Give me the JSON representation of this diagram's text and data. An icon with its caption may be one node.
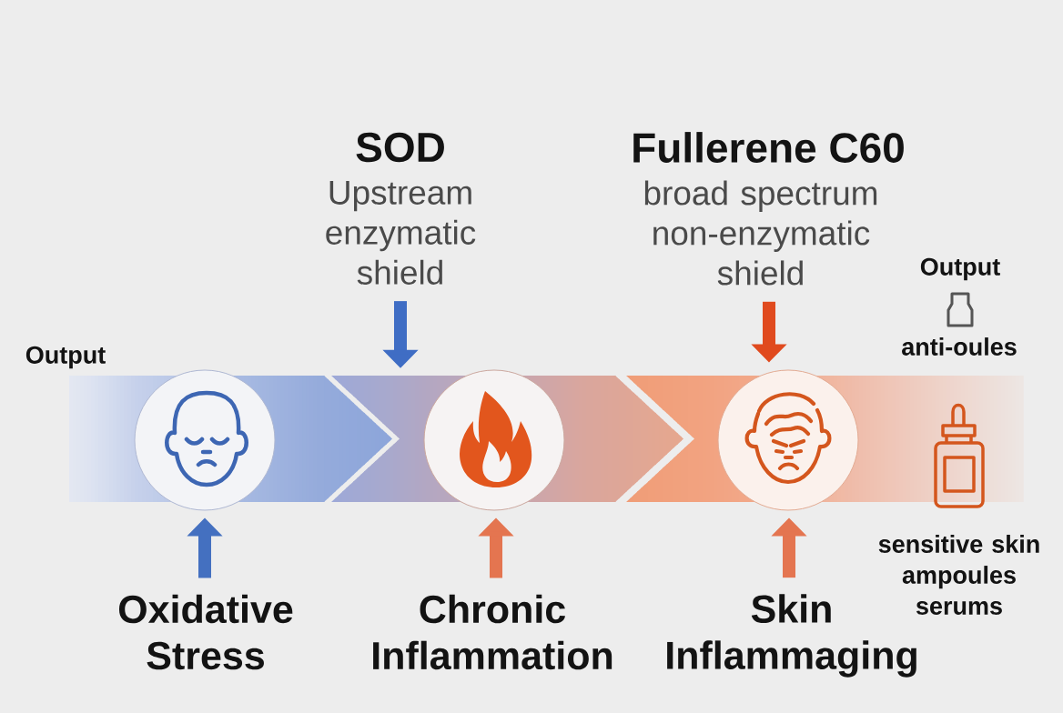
{
  "diagram": {
    "nodes": [
      {
        "text": [
          "SOD",
          "Upstream enzymatic shield"
        ]
      },
      {
        "text": [
          "Fullerene C60",
          "broad spectrum non-enzymatic shield"
        ]
      },
      {
        "text": [],
        "shape": "chevron"
      },
      {
        "text": [],
        "shape": "circle"
      },
      {
        "text": [],
        "shape": "chevron"
      },
      {
        "text": [],
        "shape": "circle"
      },
      {
        "text": [],
        "shape": "chevron"
      },
      {
        "text": [],
        "shape": "circle"
      },
      {
        "text": [
          "Oxidative Stress"
        ]
      },
      {
        "text": [
          "Chronic Inflammation"
        ]
      },
      {
        "text": [
          "Skin Inflammaging"
        ]
      }
    ],
    "edges": [
      {
        "from": 0,
        "to": 4,
        "arrow": "to",
        "color": "#3f6dc4"
      },
      {
        "from": 1,
        "to": 7,
        "arrow": "to",
        "color": "#e04a1e"
      },
      {
        "from": 8,
        "to": 3,
        "arrow": "to",
        "color": "#4470c0"
      },
      {
        "from": 9,
        "to": 5,
        "arrow": "to",
        "color": "#e47550"
      },
      {
        "from": 10,
        "to": 7,
        "arrow": "to",
        "color": "#e47550"
      }
    ],
    "labels": [
      "Output",
      "Output",
      "anti-oules",
      "sensitive skin ampoules serums"
    ]
  }
}
